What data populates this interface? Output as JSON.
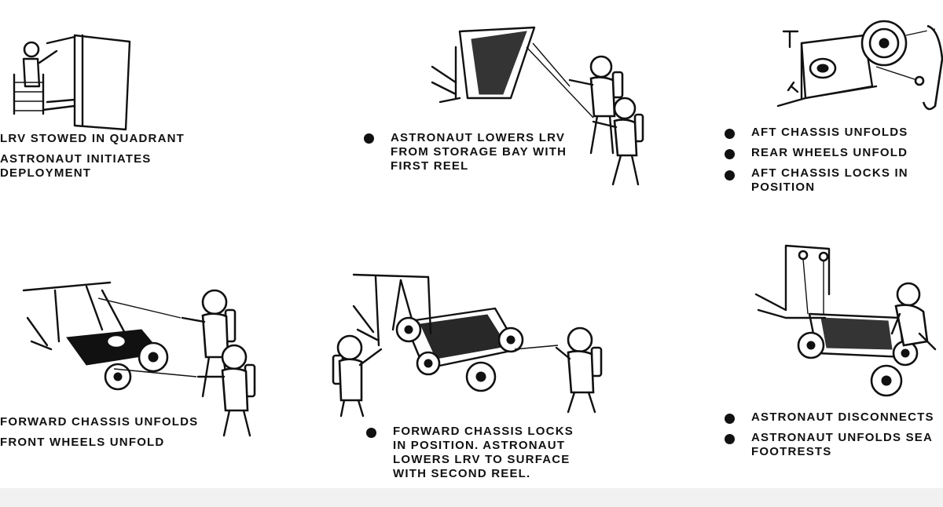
{
  "panels": [
    {
      "id": "panel-1",
      "lines": [
        "LRV STOWED IN QUADRANT",
        "ASTRONAUT INITIATES",
        "DEPLOYMENT"
      ]
    },
    {
      "id": "panel-2",
      "lines": [
        "ASTRONAUT LOWERS LRV",
        "FROM STORAGE BAY WITH",
        "FIRST REEL"
      ]
    },
    {
      "id": "panel-3",
      "lines": [
        "AFT CHASSIS UNFOLDS",
        "REAR WHEELS UNFOLD",
        "AFT CHASSIS LOCKS IN",
        "POSITION"
      ]
    },
    {
      "id": "panel-4",
      "lines": [
        "FORWARD CHASSIS UNFOLDS",
        "FRONT WHEELS UNFOLD"
      ]
    },
    {
      "id": "panel-5",
      "lines": [
        "FORWARD CHASSIS LOCKS",
        "IN POSITION. ASTRONAUT",
        "LOWERS LRV TO SURFACE",
        "WITH SECOND REEL."
      ]
    },
    {
      "id": "panel-6",
      "lines": [
        "ASTRONAUT DISCONNECTS",
        "ASTRONAUT UNFOLDS SEA",
        "FOOTRESTS"
      ]
    }
  ]
}
